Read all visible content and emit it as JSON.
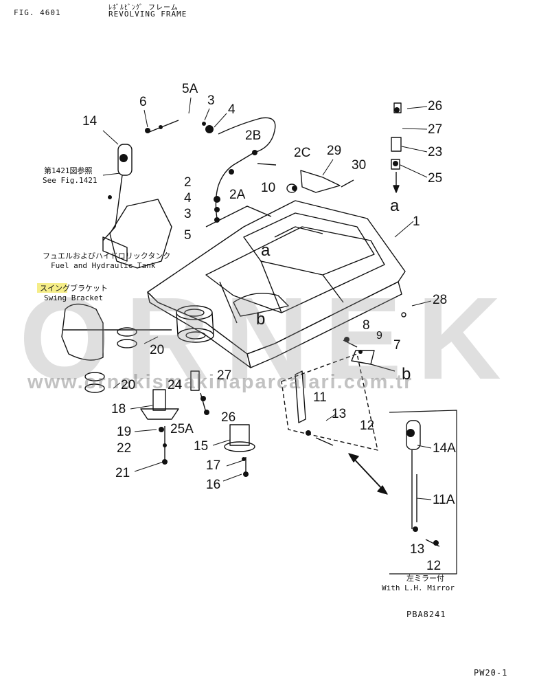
{
  "header": {
    "fig": "FIG. 4601",
    "title_jp": "ﾚﾎﾞﾙﾋﾞﾝｸﾞ フレーム",
    "title_en": "REVOLVING FRAME"
  },
  "notes": {
    "see_fig_jp": "第1421図参照",
    "see_fig_en": "See Fig.1421",
    "tank_jp": "フュエルおよびハイドロリックタンク",
    "tank_en": "Fuel and Hydraulic Tank",
    "swing_jp": "スイングブラケット",
    "swing_en": "Swing Bracket",
    "mirror_jp": "左ミラー付",
    "mirror_en": "With L.H. Mirror"
  },
  "labels": {
    "l1": "1",
    "l2": "2",
    "l2a": "2A",
    "l2b": "2B",
    "l2c": "2C",
    "l3a": "3",
    "l3b": "3",
    "l4a": "4",
    "l4b": "4",
    "l5": "5",
    "l5a": "5A",
    "l6": "6",
    "l7": "7",
    "l8": "8",
    "l9": "9",
    "l10": "10",
    "l11": "11",
    "l11a": "11A",
    "l12a": "12",
    "l12b": "12",
    "l13a": "13",
    "l13b": "13",
    "l14": "14",
    "l14a": "14A",
    "l15": "15",
    "l16": "16",
    "l17": "17",
    "l18": "18",
    "l19": "19",
    "l20a": "20",
    "l20b": "20",
    "l21": "21",
    "l22": "22",
    "l23": "23",
    "l24": "24",
    "l25": "25",
    "l25a": "25A",
    "l26a": "26",
    "l26b": "26",
    "l27a": "27",
    "l27b": "27",
    "l28": "28",
    "l29": "29",
    "l30": "30",
    "ref_a1": "a",
    "ref_a2": "a",
    "ref_b1": "b",
    "ref_b2": "b"
  },
  "footer": {
    "code": "PBA8241",
    "page": "PW20-1"
  },
  "watermark": {
    "brand": "ORNEK",
    "url": "www.ornekismakinaparcalari.com.tr"
  }
}
